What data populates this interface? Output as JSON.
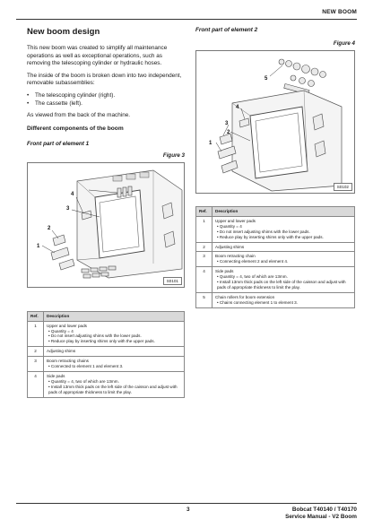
{
  "header": {
    "section": "NEW BOOM"
  },
  "left": {
    "title": "New boom design",
    "para1": "This new boom was created to simplify all maintenance operations as well as exceptional operations, such as removing the telescoping cylinder or hydraulic hoses.",
    "para2": "The inside of the boom is broken down into two independent, removable subassemblies:",
    "bullets": [
      "The telescoping cylinder (right).",
      "The cassette (left)."
    ],
    "para3": "As viewed from the back of the machine.",
    "subtitle": "Different components of the boom",
    "fig_heading": "Front part of element 1",
    "fig_label": "Figure 3",
    "fig_code": "S0101",
    "callouts": [
      "4",
      "3",
      "2",
      "1"
    ],
    "table": {
      "headers": [
        "Ref.",
        "Description"
      ],
      "rows": [
        {
          "ref": "1",
          "lines": [
            "Upper and lower pads",
            "• Quantity = 4",
            "• Do not insert adjusting shims with the lower pads.",
            "• Reduce play by inserting shims only with the upper pads."
          ]
        },
        {
          "ref": "2",
          "lines": [
            "Adjusting shims"
          ]
        },
        {
          "ref": "3",
          "lines": [
            "Boom retracting chains",
            "• Connected to element 1 and element 3."
          ]
        },
        {
          "ref": "4",
          "lines": [
            "Side pads",
            "• Quantity = 4, two of which are 13mm.",
            "• Install 13mm thick pads on the left side of the caisson and adjust with pads of appropriate thickness to limit the play."
          ]
        }
      ]
    }
  },
  "right": {
    "fig_heading": "Front part of element 2",
    "fig_label": "Figure 4",
    "fig_code": "S0102",
    "callouts": [
      "5",
      "4",
      "3",
      "2",
      "1"
    ],
    "table": {
      "headers": [
        "Ref.",
        "Description"
      ],
      "rows": [
        {
          "ref": "1",
          "lines": [
            "Upper and lower pads",
            "• Quantity = 4",
            "• Do not insert adjusting shims with the lower pads.",
            "• Reduce play by inserting shims only with the upper pads."
          ]
        },
        {
          "ref": "2",
          "lines": [
            "Adjusting shims"
          ]
        },
        {
          "ref": "3",
          "lines": [
            "Boom retracting chain",
            "• Connecting element 2 and element 4."
          ]
        },
        {
          "ref": "4",
          "lines": [
            "Side pads",
            "• Quantity = 4, two of which are 13mm.",
            "• Install 13mm thick pads on the left side of the caisson and adjust with pads of appropriate thickness to limit the play."
          ]
        },
        {
          "ref": "5",
          "lines": [
            "Chain rollers for boom extension",
            "• Chains connecting element 1 to element 3."
          ]
        }
      ]
    }
  },
  "footer": {
    "page": "3",
    "model_line1": "Bobcat T40140 / T40170",
    "model_line2": "Service Manual - V2 Boom"
  }
}
